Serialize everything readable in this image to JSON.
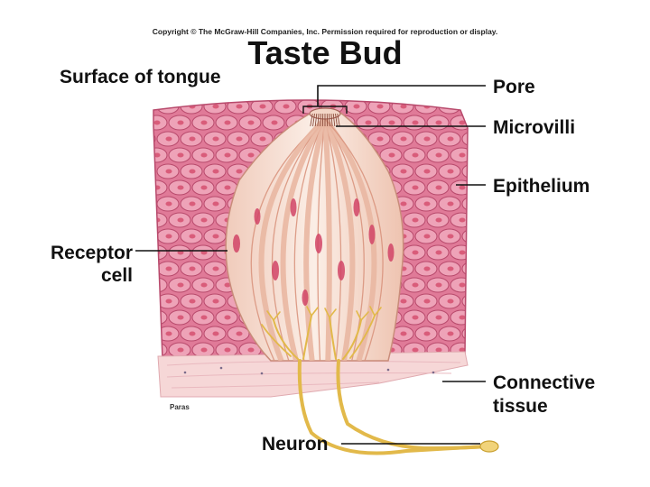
{
  "copyright": "Copyright © The McGraw-Hill Companies, Inc. Permission required for reproduction or display.",
  "title": "Taste Bud",
  "labels": {
    "surface": "Surface of  tongue",
    "pore": "Pore",
    "microvilli": "Microvilli",
    "epithelium": "Epithelium",
    "receptor_line1": "Receptor",
    "receptor_line2": "cell",
    "connective_line1": "Connective",
    "connective_line2": "tissue",
    "neuron": "Neuron"
  },
  "artist_credit": "Paras",
  "colors": {
    "epithelium_fill": "#e07a98",
    "epithelium_cell": "#eea3b8",
    "cell_outline": "#b84a6c",
    "nucleus": "#d14466",
    "bud_light": "#f6e6dc",
    "bud_stripe": "#e9b7a2",
    "connective": "#f6d7d7",
    "nerve": "#e2b94a",
    "leader_line": "#111111"
  }
}
